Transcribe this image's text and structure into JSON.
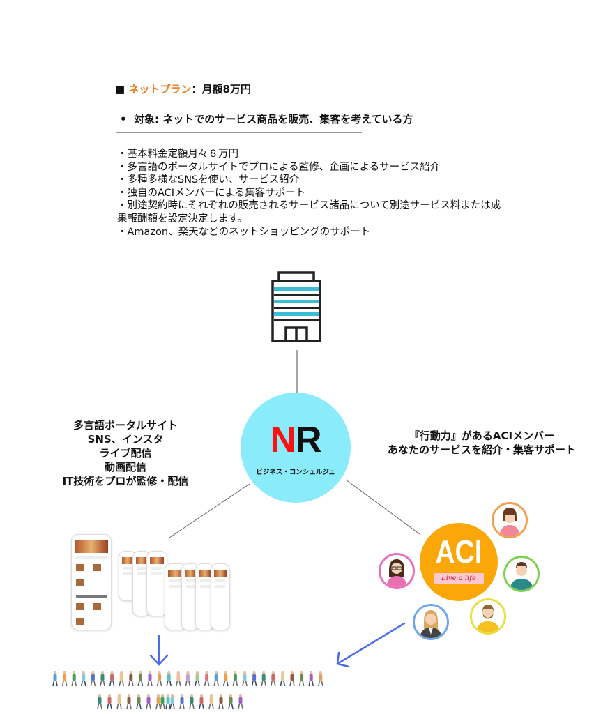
{
  "plan": {
    "marker": "■",
    "name": "ネットプラン",
    "price": "：月額8万円",
    "accent_color": "#f07a1a"
  },
  "target": {
    "bullet": "•",
    "text": "対象: ネットでのサービス商品を販売、集客を考えている方"
  },
  "features": [
    "・基本料金定額月々８万円",
    "・多言語のポータルサイトでプロによる監修、企画によるサービス紹介",
    "・多種多様なSNSを使い、サービス紹介",
    "・独自のACIメンバーによる集客サポート",
    "・別途契約時にそれぞれの販売されるサービス諸品について別途サービス料または成",
    "果報酬額を設定決定します。",
    "・Amazon、楽天などのネットショッピングのサポート"
  ],
  "diagram": {
    "building_icon": "office-building-icon",
    "center": {
      "logo_n": "N",
      "logo_r": "R",
      "subtitle": "ビジネス・コンシェルジュ",
      "color": "#8aebfb"
    },
    "left_label": [
      "多言語ポータルサイト",
      "SNS、インスタ",
      "ライブ配信",
      "動画配信",
      "IT技術をプロが監修・配信"
    ],
    "right_label": [
      "『行動力』があるACIメンバー",
      "あなたのサービスを紹介・集客サポート"
    ],
    "aci": {
      "title": "ACI",
      "tagline": "Live a life",
      "color": "#fba70a"
    },
    "members": [
      {
        "name": "woman-striped-shirt",
        "ring": "#f0a050"
      },
      {
        "name": "woman-glasses",
        "ring": "#e870c0"
      },
      {
        "name": "man-teal-shirt",
        "ring": "#80d050"
      },
      {
        "name": "woman-blazer",
        "ring": "#70a8e8"
      },
      {
        "name": "man-beard-yellow",
        "ring": "#e8e040"
      }
    ],
    "arrow_color": "#4a6ee8"
  }
}
